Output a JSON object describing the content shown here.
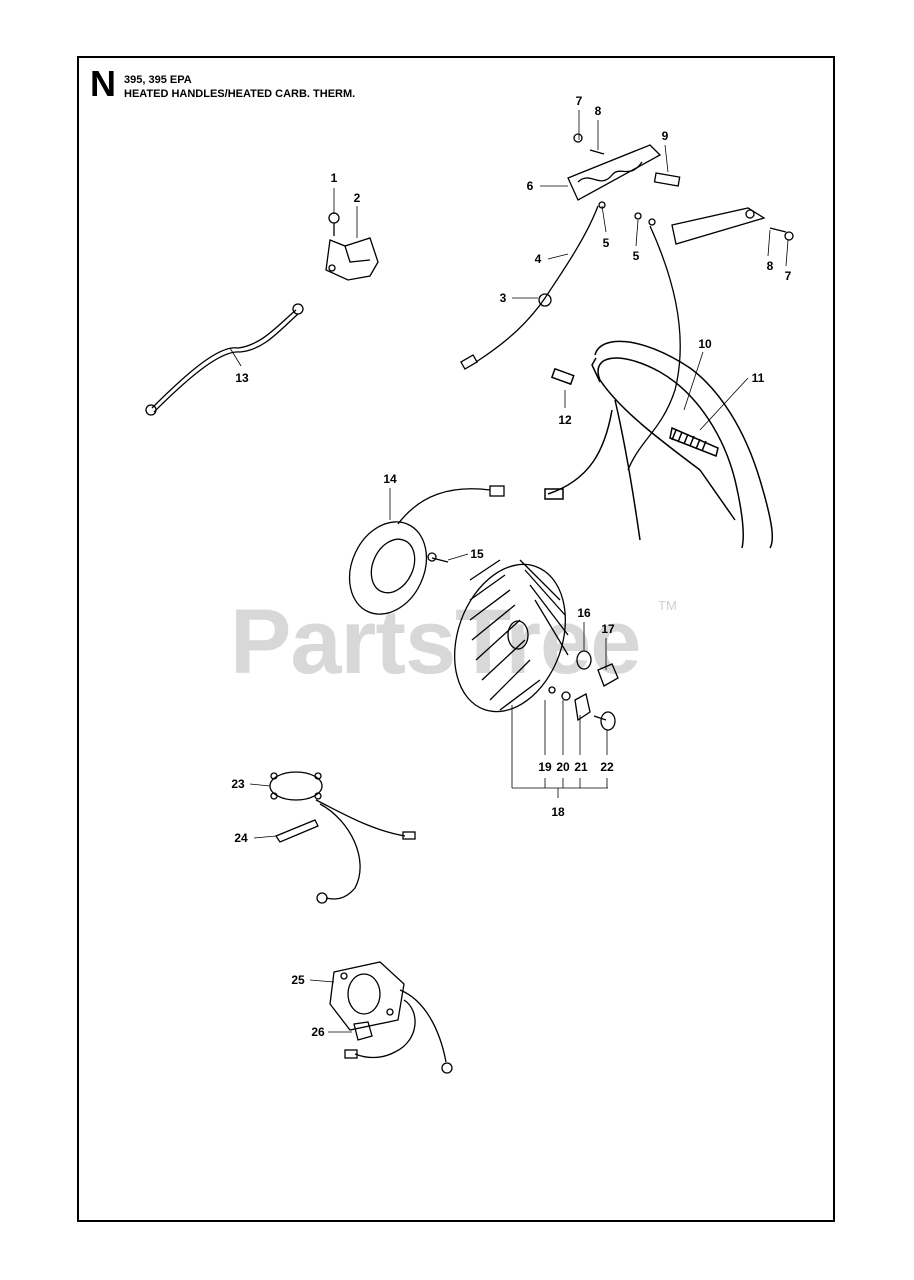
{
  "header": {
    "section_letter": "N",
    "model": "395, 395 EPA",
    "title": "HEATED HANDLES/HEATED CARB. THERM."
  },
  "watermark": {
    "text": "PartsTree",
    "trademark": "TM"
  },
  "callouts": [
    {
      "id": "c1",
      "label": "1"
    },
    {
      "id": "c2",
      "label": "2"
    },
    {
      "id": "c3",
      "label": "3"
    },
    {
      "id": "c4",
      "label": "4"
    },
    {
      "id": "c5a",
      "label": "5"
    },
    {
      "id": "c5b",
      "label": "5"
    },
    {
      "id": "c6",
      "label": "6"
    },
    {
      "id": "c7a",
      "label": "7"
    },
    {
      "id": "c7b",
      "label": "7"
    },
    {
      "id": "c8a",
      "label": "8"
    },
    {
      "id": "c8b",
      "label": "8"
    },
    {
      "id": "c9",
      "label": "9"
    },
    {
      "id": "c10",
      "label": "10"
    },
    {
      "id": "c11",
      "label": "11"
    },
    {
      "id": "c12",
      "label": "12"
    },
    {
      "id": "c13",
      "label": "13"
    },
    {
      "id": "c14",
      "label": "14"
    },
    {
      "id": "c15",
      "label": "15"
    },
    {
      "id": "c16",
      "label": "16"
    },
    {
      "id": "c17",
      "label": "17"
    },
    {
      "id": "c18",
      "label": "18"
    },
    {
      "id": "c19",
      "label": "19"
    },
    {
      "id": "c20",
      "label": "20"
    },
    {
      "id": "c21",
      "label": "21"
    },
    {
      "id": "c22",
      "label": "22"
    },
    {
      "id": "c23",
      "label": "23"
    },
    {
      "id": "c24",
      "label": "24"
    },
    {
      "id": "c25",
      "label": "25"
    },
    {
      "id": "c26",
      "label": "26"
    }
  ]
}
